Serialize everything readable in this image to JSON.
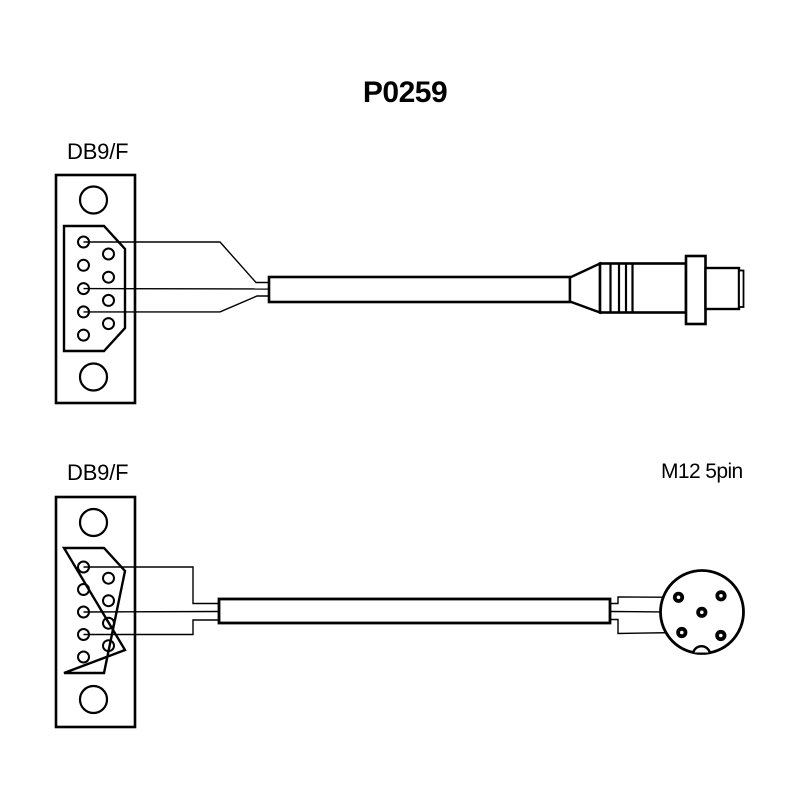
{
  "title": "P0259",
  "colors": {
    "line": "#000000",
    "background": "#ffffff"
  },
  "top_assembly": {
    "left_connector_label": "DB9/F"
  },
  "bottom_assembly": {
    "left_connector_label": "DB9/F",
    "right_connector_label": "M12 5pin"
  }
}
